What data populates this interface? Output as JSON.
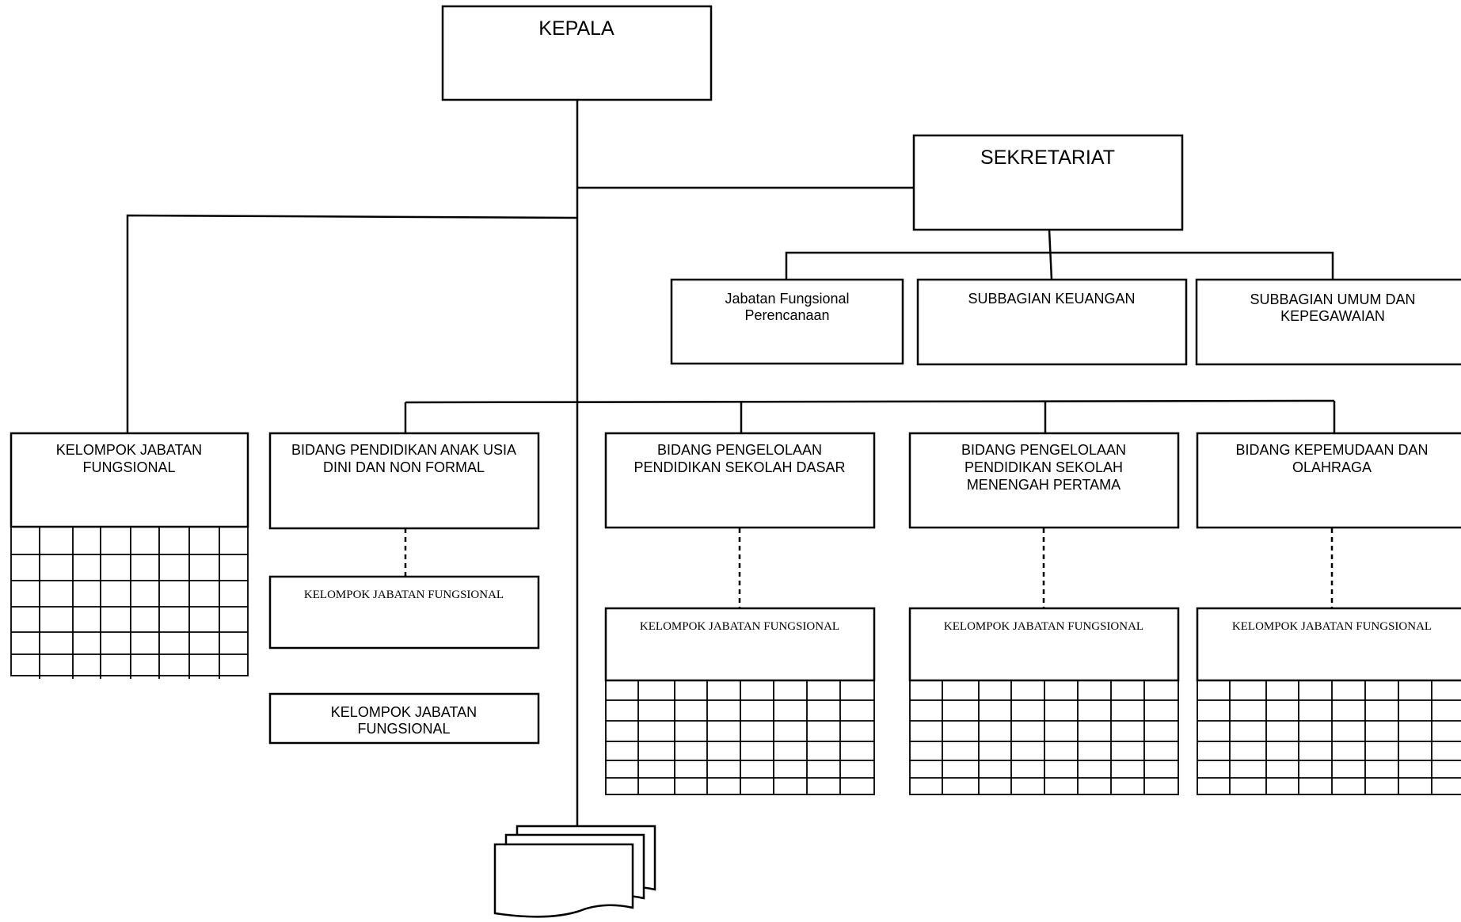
{
  "top": {
    "title": "KEPALA"
  },
  "secretariat": {
    "title": "SEKRETARIAT",
    "units": {
      "planning": [
        "Jabatan Fungsional",
        "Perencanaan"
      ],
      "finance": [
        "SUBBAGIAN KEUANGAN"
      ],
      "general": [
        "SUBBAGIAN UMUM DAN",
        "KEPEGAWAIAN"
      ]
    }
  },
  "left_group": [
    "KELOMPOK JABATAN",
    "FUNGSIONAL"
  ],
  "fields": {
    "paud": [
      "BIDANG PENDIDIKAN ANAK USIA",
      "DINI DAN NON FORMAL"
    ],
    "sd": [
      "BIDANG PENGELOLAAN",
      "PENDIDIKAN SEKOLAH DASAR"
    ],
    "smp": [
      "BIDANG PENGELOLAAN",
      "PENDIDIKAN SEKOLAH",
      "MENENGAH PERTAMA"
    ],
    "youth": [
      "BIDANG KEPEMUDAAN DAN",
      "OLAHRAGA"
    ]
  },
  "functional_groups": {
    "paud_serif": "KELOMPOK JABATAN FUNGSIONAL",
    "paud_sans": [
      "KELOMPOK JABATAN",
      "FUNGSIONAL"
    ],
    "sd": "KELOMPOK JABATAN FUNGSIONAL",
    "smp": "KELOMPOK JABATAN FUNGSIONAL",
    "youth": "KELOMPOK JABATAN FUNGSIONAL"
  }
}
